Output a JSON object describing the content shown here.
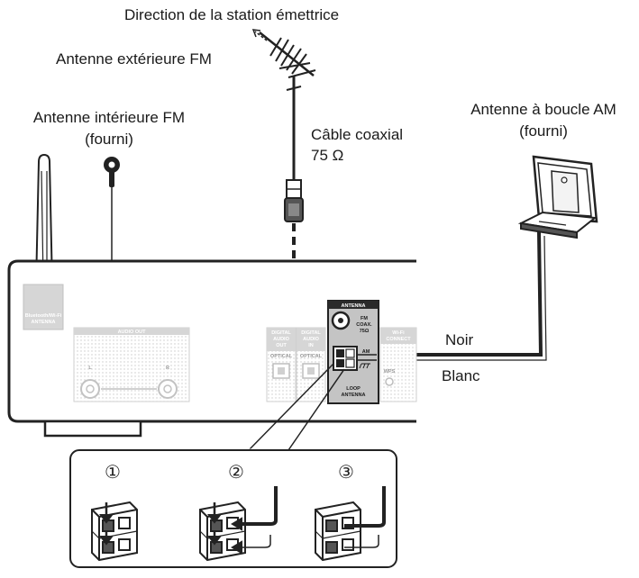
{
  "labels": {
    "direction": "Direction de la station émettrice",
    "fm_outdoor": "Antenne extérieure FM",
    "fm_indoor_line1": "Antenne intérieure FM",
    "fm_indoor_line2": "(fourni)",
    "coax_line1": "Câble coaxial",
    "coax_line2": "75 Ω",
    "am_loop_line1": "Antenne à boucle AM",
    "am_loop_line2": "(fourni)",
    "wire_black": "Noir",
    "wire_white": "Blanc"
  },
  "panel": {
    "bt_antenna_line1": "Bluetooth/Wi-Fi",
    "bt_antenna_line2": "ANTENNA",
    "audio_out": "AUDIO OUT",
    "audio_l": "L",
    "audio_r": "R",
    "digital_out_line1": "DIGITAL",
    "digital_out_line2": "AUDIO",
    "digital_out_line3": "OUT",
    "digital_out_type": "OPTICAL",
    "digital_in_line1": "DIGITAL",
    "digital_in_line2": "AUDIO",
    "digital_in_line3": "IN",
    "digital_in_type": "OPTICAL",
    "antenna_header": "ANTENNA",
    "fm_line1": "FM",
    "fm_line2": "COAX.",
    "fm_line3": "75Ω",
    "am": "AM",
    "loop_line1": "LOOP",
    "loop_line2": "ANTENNA",
    "wifi_line1": "Wi-Fi",
    "wifi_line2": "CONNECT",
    "wps": "WPS"
  },
  "steps": [
    "①",
    "②",
    "③"
  ]
}
